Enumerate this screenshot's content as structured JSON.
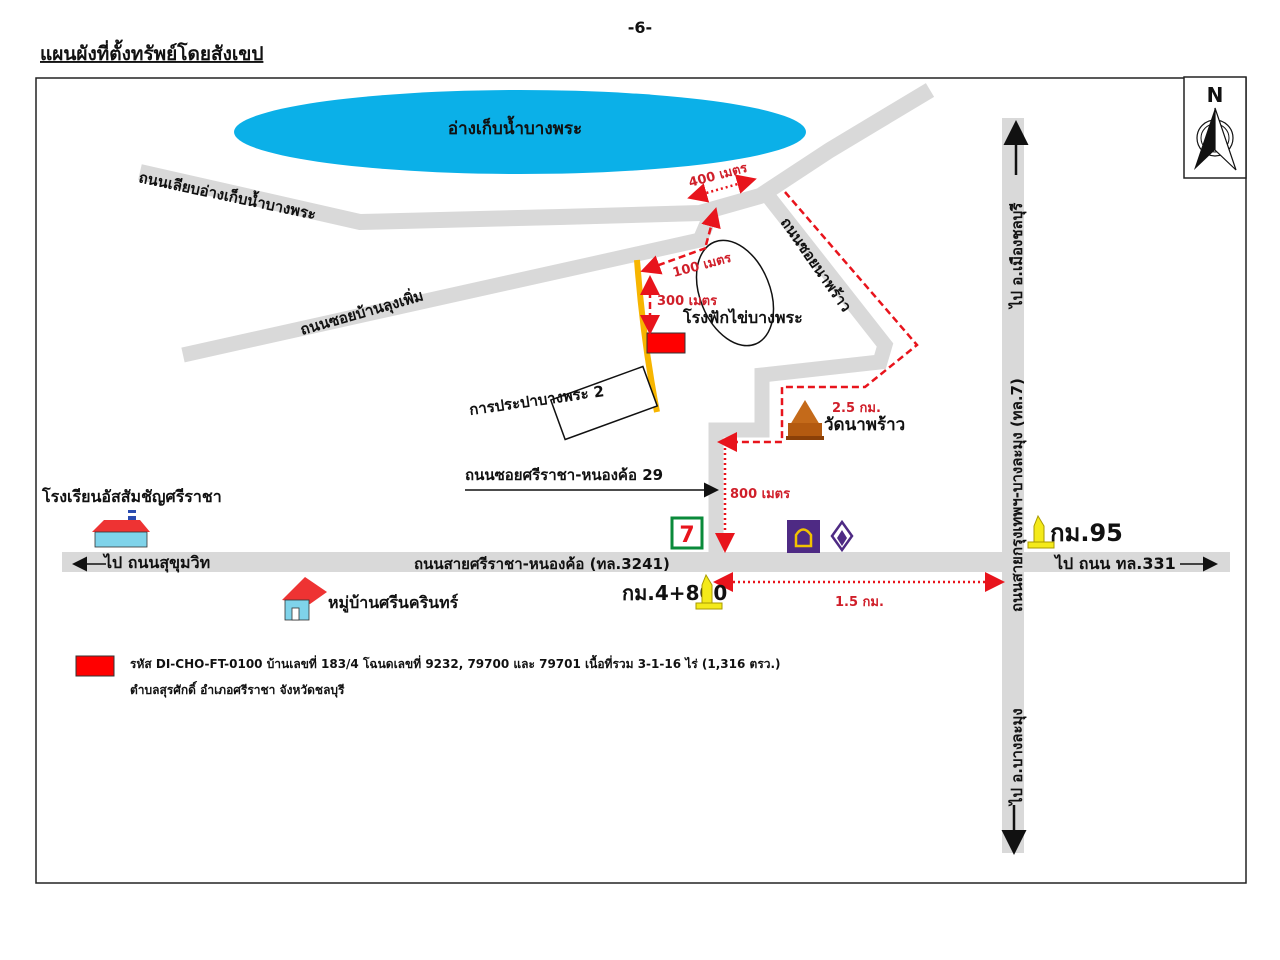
{
  "page_number": "-6-",
  "title": "แผนผังที่ตั้งทรัพย์โดยสังเขป",
  "compass": {
    "label": "N",
    "icon": "north-arrow-icon"
  },
  "colors": {
    "lake": "#0bb0e8",
    "road": "#d9d9d9",
    "property": "#ff0000",
    "route": "#e8141c",
    "boundary": "#f7b500"
  },
  "map": {
    "lake": "อ่างเก็บน้ำบางพระ",
    "road_lake": "ถนนเลียบอ่างเก็บน้ำบางพระ",
    "road_lung_perm": "ถนนซอยบ้านลุงเพิ่ม",
    "road_na_phrao": "ถนนซอยนาพร้าว",
    "hatchery": "โรงฟักไข่บางพระ",
    "waterworks": "การประปาบางพระ 2",
    "temple": "วัดนาพร้าว",
    "soi29": "ถนนซอยศรีราชา-หนองค้อ 29",
    "school": "โรงเรียนอัสสัมชัญศรีราชา",
    "to_sukhumvit": "ไป ถนนสุขุมวิท",
    "main_road": "ถนนสายศรีราชา-หนองค้อ (ทล.3241)",
    "village": "หมู่บ้านศรีนครินทร์",
    "km_4800": "กม.4+800",
    "km_95": "กม.95",
    "to_331": "ไป ถนน ทล.331",
    "highway7": "ถนนสายกรุงเทพฯ-บางละมุง (ทล.7)",
    "to_chonburi": "ไป อ.เมืองชลบุรี",
    "to_banglamung": "ไป อ.บางละมุง",
    "dist_400": "400 เมตร",
    "dist_100": "100 เมตร",
    "dist_300": "300 เมตร",
    "dist_25": "2.5 กม.",
    "dist_800": "800 เมตร",
    "dist_15": "1.5 กม.",
    "seven_eleven": "7"
  },
  "legend": {
    "line1": "รหัส DI-CHO-FT-0100 บ้านเลขที่ 183/4 โฉนดเลขที่ 9232, 79700 และ 79701 เนื้อที่รวม 3-1-16 ไร่ (1,316 ตรว.)",
    "line2": "ตำบลสุรศักดิ์ อำเภอศรีราชา จังหวัดชลบุรี"
  }
}
